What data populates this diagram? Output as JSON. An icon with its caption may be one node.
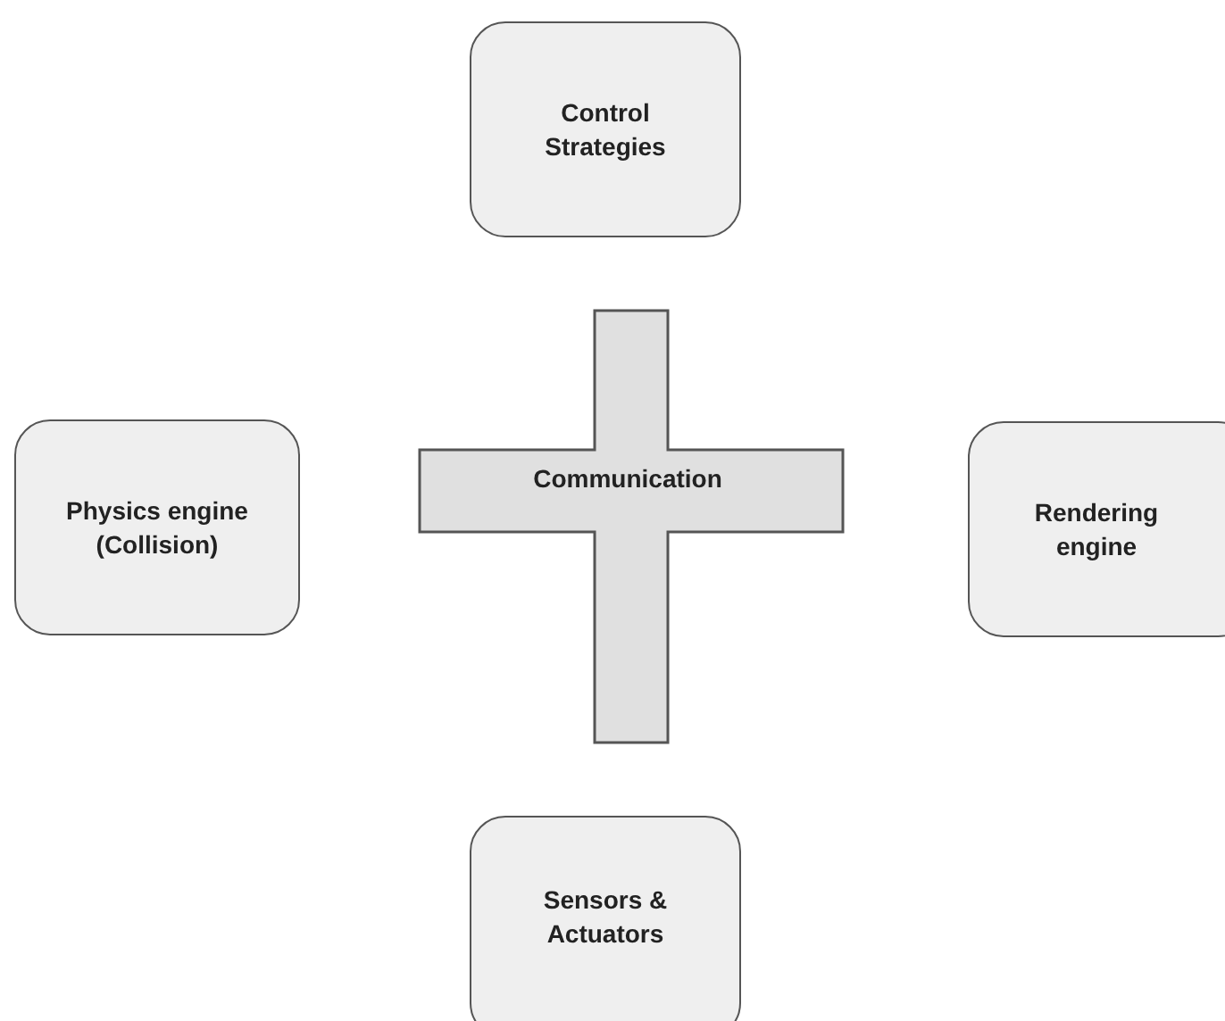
{
  "diagram": {
    "nodes": [
      {
        "text": [
          "Control Strategies"
        ]
      },
      {
        "text": [
          "Physics engine (Collision)"
        ]
      },
      {
        "text": [
          "Communication"
        ]
      },
      {
        "text": [
          "Rendering engine"
        ]
      },
      {
        "text": [
          "Sensors & Actuators"
        ]
      }
    ]
  }
}
